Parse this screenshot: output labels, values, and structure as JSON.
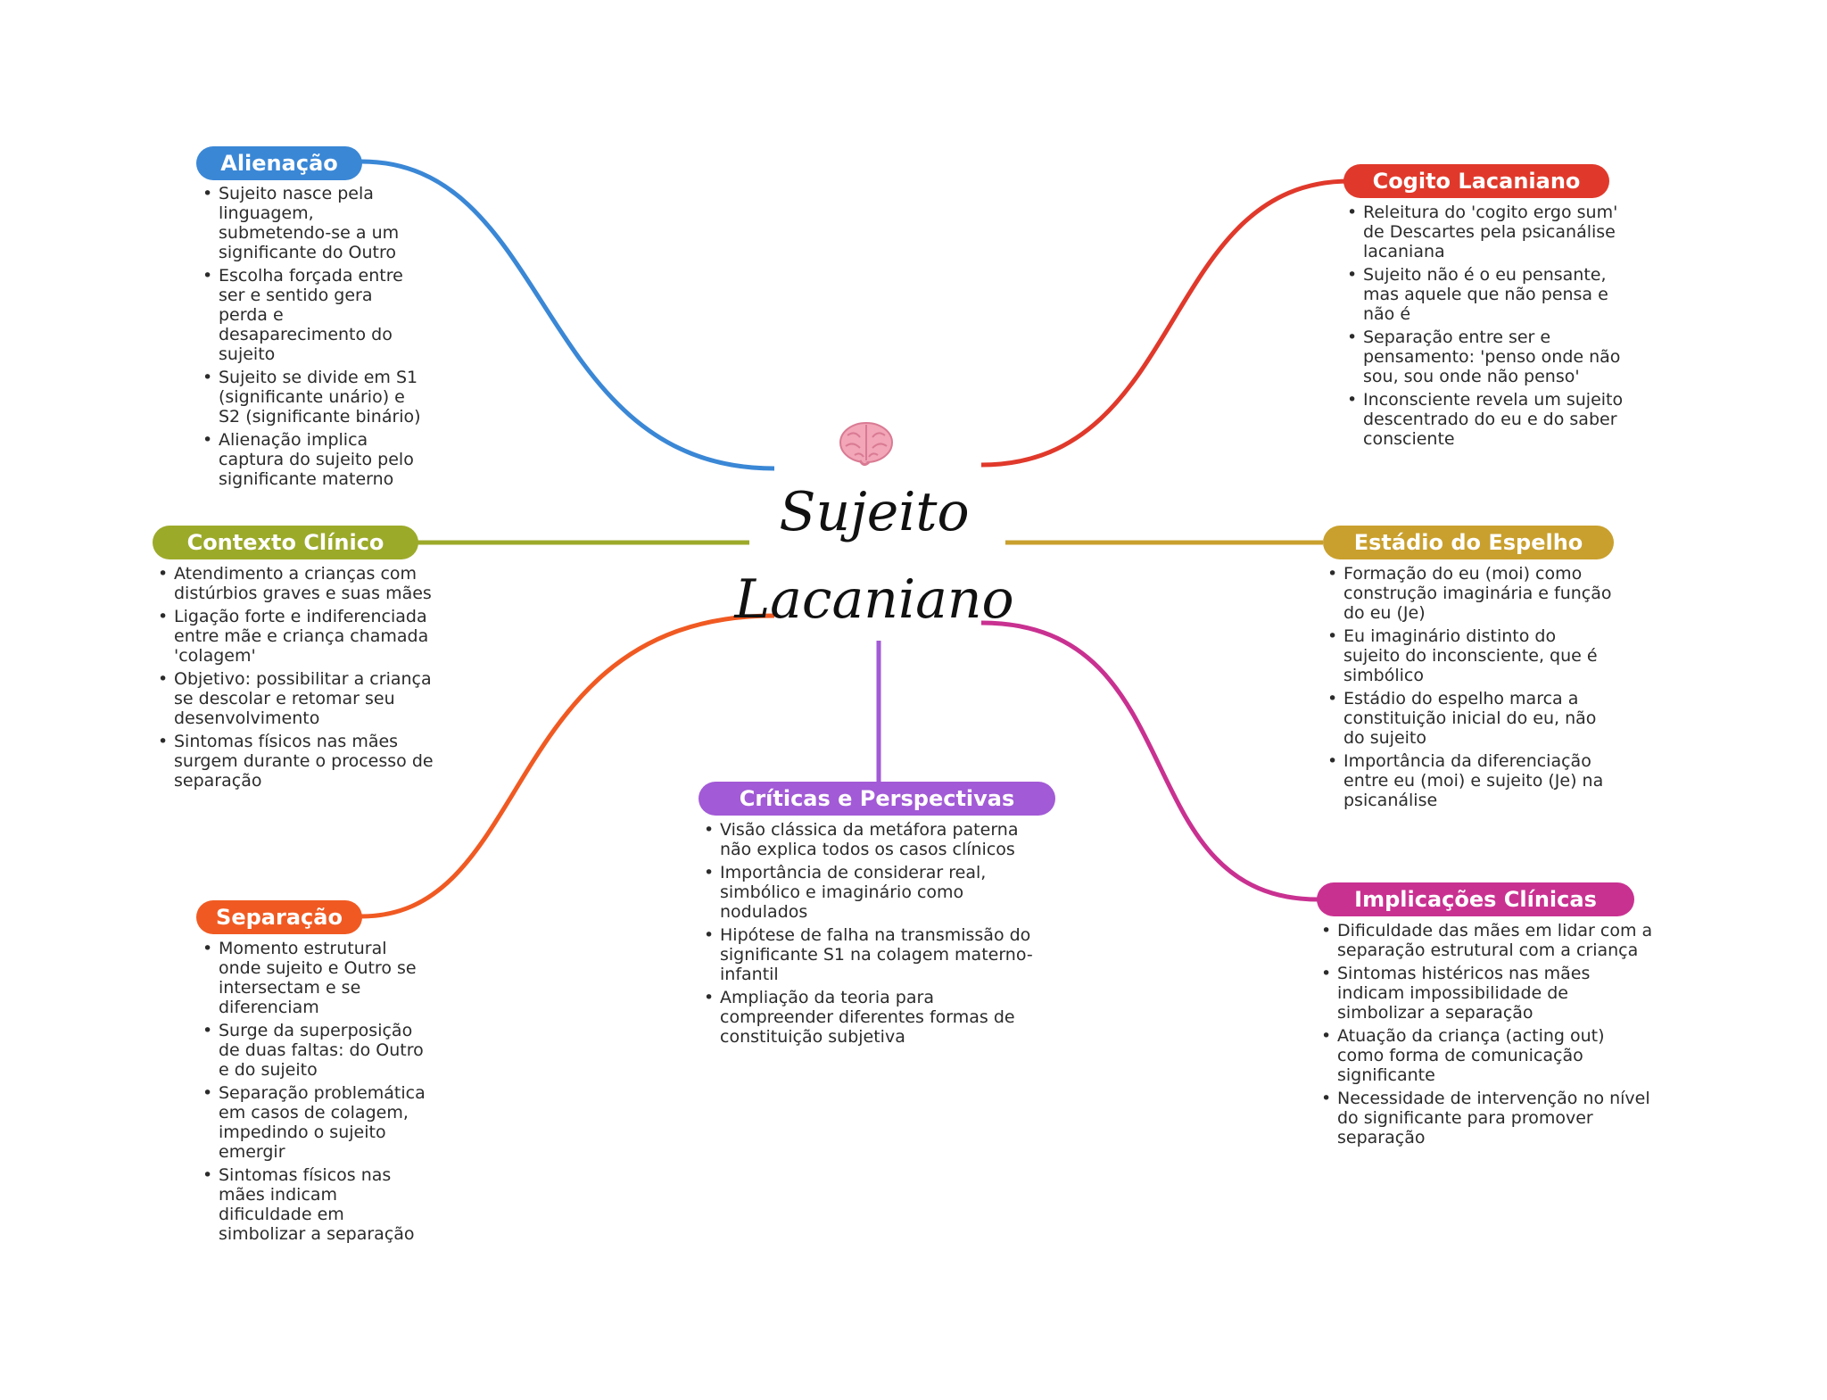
{
  "center": {
    "title_line1": "Sujeito",
    "title_line2": "Lacaniano",
    "icon": "brain-icon"
  },
  "branches": [
    {
      "key": "alienacao",
      "label": "Alienação",
      "color": "#3a87d6",
      "items": [
        "Sujeito nasce pela linguagem, submetendo-se a um significante do Outro",
        "Escolha forçada entre ser e sentido gera perda e desaparecimento do sujeito",
        "Sujeito se divide em S1 (significante unário) e S2 (significante binário)",
        "Alienação implica captura do sujeito pelo significante materno"
      ]
    },
    {
      "key": "cogito",
      "label": "Cogito Lacaniano",
      "color": "#e0392b",
      "items": [
        "Releitura do 'cogito ergo sum' de Descartes pela psicanálise lacaniana",
        "Sujeito não é o eu pensante, mas aquele que não pensa e não é",
        "Separação entre ser e pensamento: 'penso onde não sou, sou onde não penso'",
        "Inconsciente revela um sujeito descentrado do eu e do saber consciente"
      ]
    },
    {
      "key": "contexto",
      "label": "Contexto Clínico",
      "color": "#9caa2a",
      "items": [
        "Atendimento a crianças com distúrbios graves e suas mães",
        "Ligação forte e indiferenciada entre mãe e criança chamada 'colagem'",
        "Objetivo: possibilitar a criança se descolar e retomar seu desenvolvimento",
        "Sintomas físicos nas mães surgem durante o processo de separação"
      ]
    },
    {
      "key": "espelho",
      "label": "Estádio do Espelho",
      "color": "#c9a02e",
      "items": [
        "Formação do eu (moi) como construção imaginária e função do eu (Je)",
        "Eu imaginário distinto do sujeito do inconsciente, que é simbólico",
        "Estádio do espelho marca a constituição inicial do eu, não do sujeito",
        "Importância da diferenciação entre eu (moi) e sujeito (Je) na psicanálise"
      ]
    },
    {
      "key": "criticas",
      "label": "Críticas e Perspectivas",
      "color": "#a25ad6",
      "items": [
        "Visão clássica da metáfora paterna não explica todos os casos clínicos",
        "Importância de considerar real, simbólico e imaginário como nodulados",
        "Hipótese de falha na transmissão do significante S1 na colagem materno-infantil",
        "Ampliação da teoria para compreender diferentes formas de constituição subjetiva"
      ]
    },
    {
      "key": "separacao",
      "label": "Separação",
      "color": "#f05a22",
      "items": [
        "Momento estrutural onde sujeito e Outro se intersectam e se diferenciam",
        "Surge da superposição de duas faltas: do Outro e do sujeito",
        "Separação problemática em casos de colagem, impedindo o sujeito emergir",
        "Sintomas físicos nas mães indicam dificuldade em simbolizar a separação"
      ]
    },
    {
      "key": "implicacoes",
      "label": "Implicações Clínicas",
      "color": "#c93191",
      "items": [
        "Dificuldade das mães em lidar com a separação estrutural com a criança",
        "Sintomas histéricos nas mães indicam impossibilidade de simbolizar a separação",
        "Atuação da criança (acting out) como forma de comunicação significante",
        "Necessidade de intervenção no nível do significante para promover separação"
      ]
    }
  ]
}
